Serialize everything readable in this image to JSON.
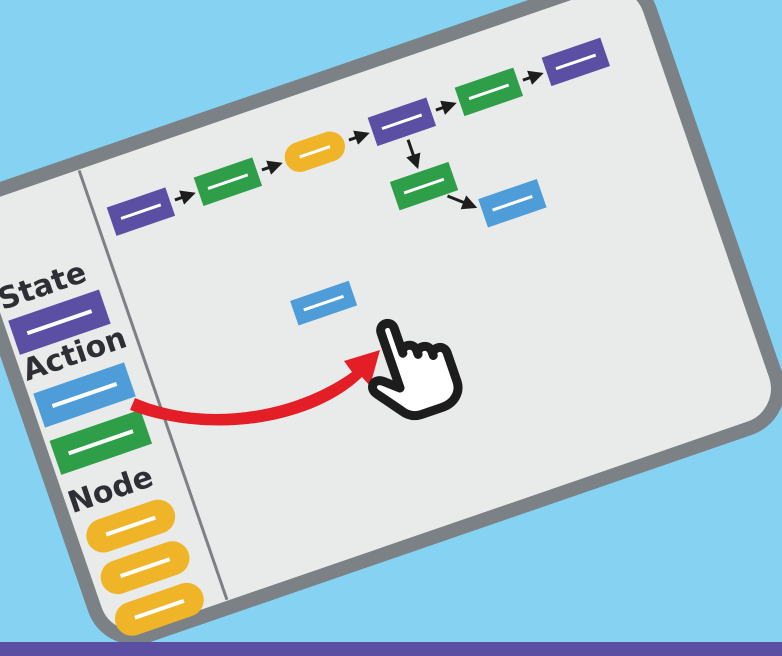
{
  "palette": {
    "state_label": "State",
    "action_label": "Action",
    "node_label": "Node"
  },
  "colors": {
    "background": "#85d2f2",
    "card_fill": "#e9eaea",
    "card_border": "#7b8184",
    "state": "#5a4fa3",
    "action": "#4e9dd8",
    "action_green": "#2e9e48",
    "node": "#f0b428",
    "drag_arrow": "#e31e26",
    "bottom_bar": "#5a4fa3"
  },
  "icons": {
    "cursor": "pointing-hand-icon"
  }
}
